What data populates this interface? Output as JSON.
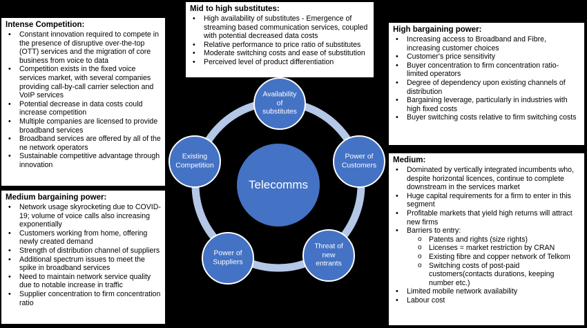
{
  "colors": {
    "background": "#000000",
    "box": "#ffffff",
    "ring": "#b4c7e7",
    "node_fill": "#4472c4",
    "node_stroke": "#ffffff"
  },
  "diagram": {
    "center": "Telecomms",
    "nodes": [
      {
        "id": "availability",
        "label": "Availability\nof\nsubstitutes"
      },
      {
        "id": "customers",
        "label": "Power of\nCustomers"
      },
      {
        "id": "entrants",
        "label": "Threat of\nnew\nentrants"
      },
      {
        "id": "suppliers",
        "label": "Power of\nSuppliers"
      },
      {
        "id": "competition",
        "label": "Existing\nCompetition"
      }
    ]
  },
  "boxes": {
    "intense": {
      "title": "Intense Competition:",
      "items": [
        "Constant innovation required to compete in the presence of disruptive over-the-top (OTT) services and the migration of core business from voice to data",
        "Competition exists in the fixed voice services market, with several companies providing call-by-call carrier selection and VoIP services",
        "Potential decrease in data costs could increase competition",
        "Multiple companies are licensed to provide broadband services",
        "Broadband services are offered by all of the ne network operators",
        "Sustainable competitive advantage through innovation"
      ]
    },
    "substitutes": {
      "title": "Mid to high substitutes:",
      "items": [
        "High availability of substitutes - Emergence of streaming based communication services, coupled with potential decreased data costs",
        "Relative performance to price ratio of substitutes",
        "Moderate switching costs and ease of substitution",
        "Perceived level of product differentiation"
      ]
    },
    "bargaining": {
      "title": "High bargaining power:",
      "items": [
        "Increasing access to Broadband and Fibre, increasing customer choices",
        "Customer's price sensitivity",
        "Buyer concentration to firm concentration ratio- limited operators",
        "Degree of dependency upon existing channels of distribution",
        "Bargaining leverage, particularly in industries with high fixed costs",
        "Buyer switching costs relative to firm switching costs"
      ]
    },
    "medium_bargaining": {
      "title": "Medium bargaining power:",
      "items": [
        "Network usage skyrocketing due to COVID-19; volume of voice calls also increasing exponentially",
        "Customers working from home, offering newly created demand",
        "Strength of distribution channel of suppliers",
        "Additional spectrum issues to meet the spike in broadband services",
        "Need to maintain network service quality due to notable increase in traffic",
        "Supplier concentration to firm concentration ratio"
      ]
    },
    "medium": {
      "title": "Medium:",
      "items": [
        {
          "text": "Dominated by vertically integrated incumbents who, despite horizontal licences, continue to complete downstream in the services market",
          "level": 1
        },
        {
          "text": "Huge capital requirements for a firm to enter in this segment",
          "level": 1
        },
        {
          "text": "Profitable markets that yield high returns will attract new firms",
          "level": 1
        },
        {
          "text": "Barriers to entry:",
          "level": 1
        },
        {
          "text": "Patents and rights (size rights)",
          "level": 2
        },
        {
          "text": "Licenses = market restriction by CRAN",
          "level": 2
        },
        {
          "text": "Existing fibre and copper network of Telkom",
          "level": 2
        },
        {
          "text": "Switching costs of post-paid customers(contacts durations, keeping number etc.)",
          "level": 2
        },
        {
          "text": "Limited mobile network availability",
          "level": 1
        },
        {
          "text": "Labour cost",
          "level": 1
        }
      ]
    }
  }
}
